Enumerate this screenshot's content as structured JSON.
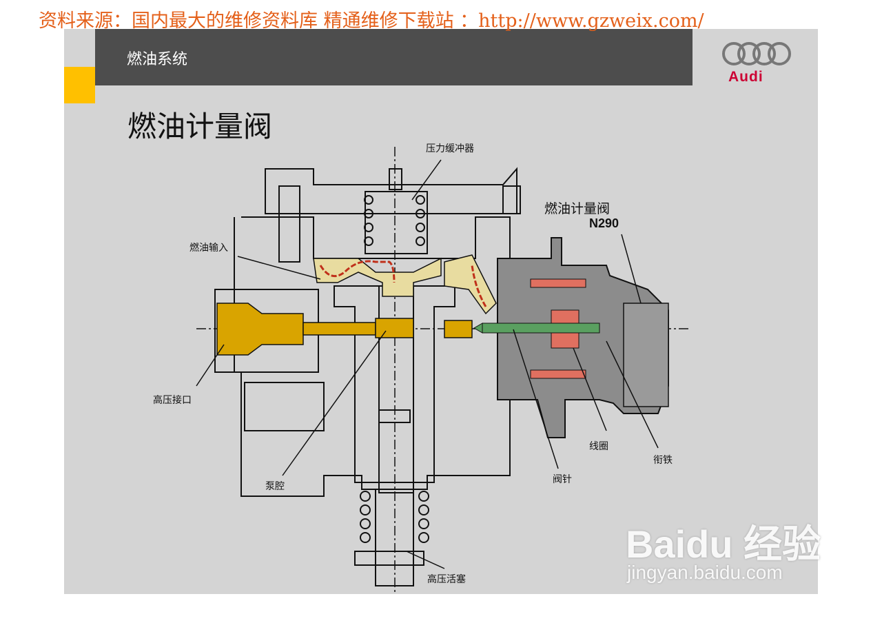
{
  "source_banner": "资料来源：国内最大的维修资料库 精通维修下载站 ：http://www.gzweix.com/",
  "header": {
    "section_title": "燃油系统",
    "logo_text": "Audi"
  },
  "page_title": "燃油计量阀",
  "diagram": {
    "labels": {
      "pressure_damper": "压力缓冲器",
      "metering_valve": "燃油计量阀",
      "metering_valve_code": "N290",
      "fuel_inlet": "燃油输入",
      "high_pressure_port": "高压接口",
      "pump_chamber": "泵腔",
      "coil": "线圈",
      "armature": "衔铁",
      "valve_needle": "阀针",
      "high_pressure_piston": "高压活塞"
    },
    "colors": {
      "fuel_high": "#d9a400",
      "fuel_low": "#e8dca0",
      "flow_arrow": "#c0301a",
      "coil": "#e07060",
      "needle": "#5aa060",
      "valve_body": "#8c8c8c"
    }
  },
  "watermark": {
    "brand": "Baidu 经验",
    "url": "jingyan.baidu.com"
  }
}
